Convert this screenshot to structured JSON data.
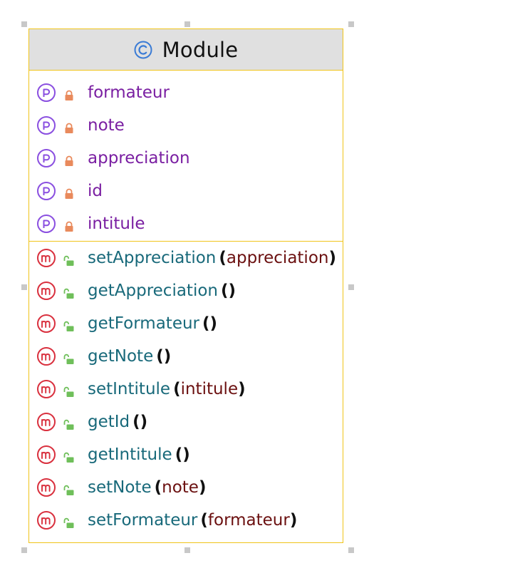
{
  "diagram": {
    "class_name": "Module",
    "class_kind_icon": "class-c-icon",
    "fields": [
      {
        "name": "formateur",
        "kind_icon": "property-p-icon",
        "visibility_icon": "private-lock-icon"
      },
      {
        "name": "note",
        "kind_icon": "property-p-icon",
        "visibility_icon": "private-lock-icon"
      },
      {
        "name": "appreciation",
        "kind_icon": "property-p-icon",
        "visibility_icon": "private-lock-icon"
      },
      {
        "name": "id",
        "kind_icon": "property-p-icon",
        "visibility_icon": "private-lock-icon"
      },
      {
        "name": "intitule",
        "kind_icon": "property-p-icon",
        "visibility_icon": "private-lock-icon"
      }
    ],
    "methods": [
      {
        "name": "setAppreciation",
        "open": "(",
        "param": "appreciation",
        "close": ")"
      },
      {
        "name": "getAppreciation",
        "open": "(",
        "param": "",
        "close": ")"
      },
      {
        "name": "getFormateur",
        "open": "(",
        "param": "",
        "close": ")"
      },
      {
        "name": "getNote",
        "open": "(",
        "param": "",
        "close": ")"
      },
      {
        "name": "setIntitule",
        "open": "(",
        "param": "intitule",
        "close": ")"
      },
      {
        "name": "getId",
        "open": "(",
        "param": "",
        "close": ")"
      },
      {
        "name": "getIntitule",
        "open": "(",
        "param": "",
        "close": ")"
      },
      {
        "name": "setNote",
        "open": "(",
        "param": "note",
        "close": ")"
      },
      {
        "name": "setFormateur",
        "open": "(",
        "param": "formateur",
        "close": ")"
      }
    ],
    "colors": {
      "border": "#f0c419",
      "header_bg": "#e0e0e0",
      "field_text": "#7a1fa2",
      "method_text": "#18697a",
      "param_text": "#6b1010",
      "property_icon": "#8a4fe0",
      "method_icon": "#d9303e",
      "private_lock": "#e98a5c",
      "public_lock": "#6fbf5a",
      "class_icon": "#3a7bd5"
    }
  }
}
